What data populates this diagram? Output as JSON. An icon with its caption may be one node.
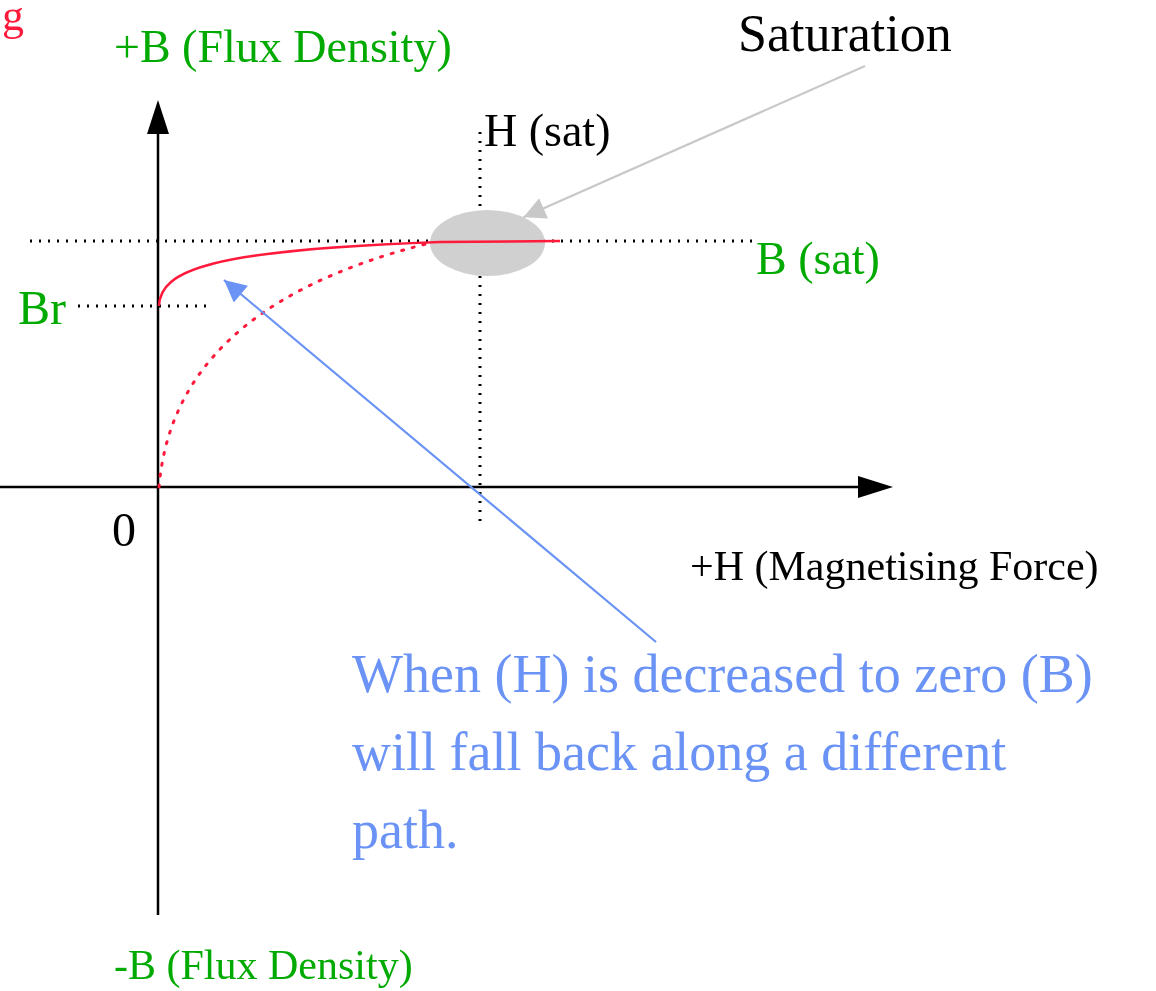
{
  "diagram": {
    "nodes": [
      {
        "text": [
          "Saturation"
        ]
      },
      {
        "text": [],
        "shape": "ellipse"
      },
      {
        "text": [
          "When (H) is decreased to zero (B) will fall back along a different path."
        ]
      },
      {
        "text": [],
        "shape": "curve"
      }
    ],
    "edges": [
      {
        "from": 0,
        "to": 1,
        "arrow": "to",
        "color": "#c8c8c8"
      },
      {
        "from": 2,
        "to": 3,
        "arrow": "to",
        "color": "#6a93f5"
      }
    ],
    "labels": [
      "g",
      "+B (Flux Density)",
      "H (sat)",
      "B (sat)",
      "Br",
      "0",
      "+H (Magnetising Force)",
      "-B (Flux Density)"
    ]
  }
}
